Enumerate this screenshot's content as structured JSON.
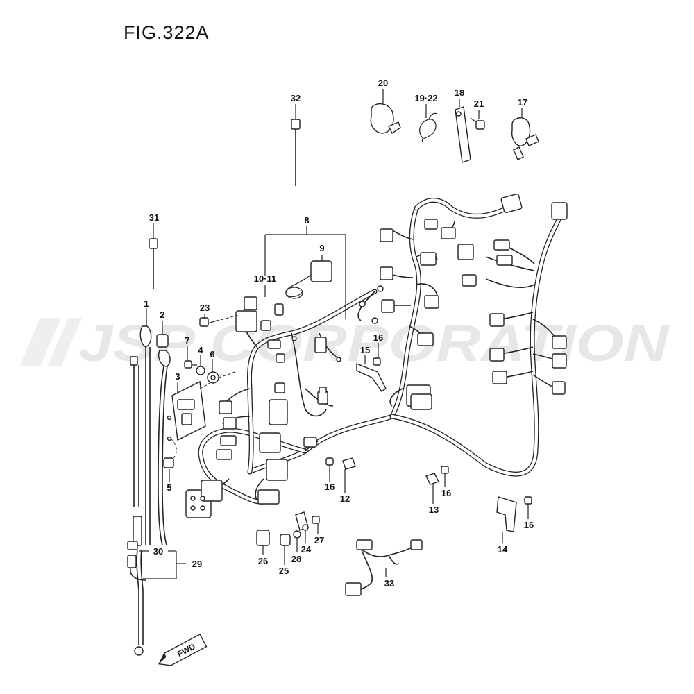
{
  "figure": {
    "title": "FIG.322A"
  },
  "watermark": {
    "text": "JSP CORPORATION"
  },
  "direction_marker": {
    "label": "FWD"
  },
  "callouts": {
    "c1": "1",
    "c2": "2",
    "c3": "3",
    "c4": "4",
    "c5": "5",
    "c6": "6",
    "c7": "7",
    "c8": "8",
    "c9": "9",
    "c10_11": "10·11",
    "c12": "12",
    "c13": "13",
    "c14": "14",
    "c15": "15",
    "c16a": "16",
    "c16b": "16",
    "c16c": "16",
    "c16d": "16",
    "c17": "17",
    "c18": "18",
    "c19_22": "19·22",
    "c20": "20",
    "c21": "21",
    "c23": "23",
    "c24": "24",
    "c25": "25",
    "c26": "26",
    "c27": "27",
    "c28": "28",
    "c29": "29",
    "c30": "30",
    "c31": "31",
    "c32": "32",
    "c33": "33"
  }
}
